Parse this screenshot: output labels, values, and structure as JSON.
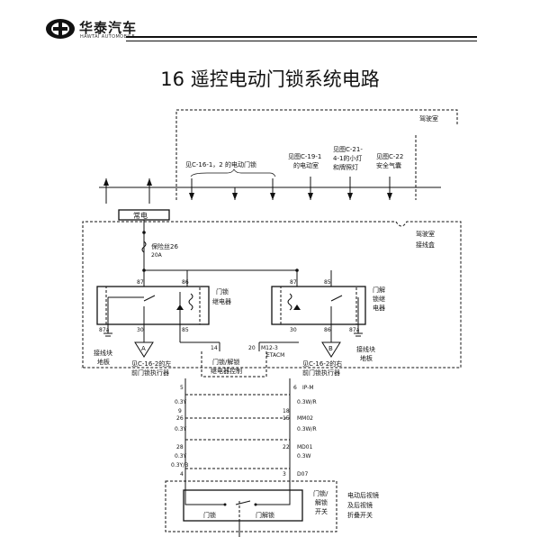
{
  "header": {
    "brand_cn": "华泰汽车",
    "brand_en": "HAWTAI AUTOMOBILE",
    "logo_icon": "hawtai-logo-icon"
  },
  "page": {
    "title": "16 遥控电动门锁系统电路"
  },
  "diagram": {
    "cab_box_label": "驾驶室",
    "interface_box_label_1": "驾驶室",
    "interface_box_label_2": "接线盒",
    "top_refs": {
      "lock": "见C-16-1，2 的电动门锁",
      "dome_1": "见图C-19-1",
      "dome_2": "的电动室",
      "lamp_1": "见图C-21-",
      "lamp_2": "4-1的小灯",
      "lamp_3": "和牌照灯",
      "airbag_1": "见图C-22",
      "airbag_2": "安全气囊"
    },
    "power_label": "常电",
    "fuse_label": "保险丝26",
    "fuse_rating": "20A",
    "left_relay": {
      "label_1": "门锁",
      "label_2": "继电器",
      "pins": [
        "87",
        "86",
        "30",
        "85",
        "87a"
      ]
    },
    "right_relay": {
      "label_1": "门解",
      "label_2": "锁继",
      "label_3": "电器",
      "pins": [
        "87",
        "85",
        "30",
        "86",
        "87a"
      ]
    },
    "left_ground_1": "接线块",
    "left_ground_2": "地板",
    "right_ground_1": "接线块",
    "right_ground_2": "地板",
    "marker_a": "A",
    "marker_b": "B",
    "left_actuator_1": "见C-16-2的左",
    "left_actuator_2": "前门锁执行器",
    "right_actuator_1": "见C-16-2的右",
    "right_actuator_2": "前门锁执行器",
    "etacm": "ETACM",
    "module_pin": "M12-3",
    "module_1": "门锁/解锁",
    "module_2": "继电器控制",
    "pin_14": "14",
    "pin_20": "20",
    "wires": [
      {
        "left_pin": "5",
        "right_pin": "6",
        "left_color": "",
        "right_color": "IP-M"
      },
      {
        "left_pin": "9",
        "right_pin": "18",
        "left_color": "0.3Y",
        "right_color": "0.3W/R"
      },
      {
        "left_pin": "26",
        "right_pin": "15",
        "left_color": "0.3Y",
        "right_color": "MM02"
      },
      {
        "left_pin": "28",
        "right_pin": "22",
        "left_color": "0.3Y",
        "right_color": "MD01"
      },
      {
        "left_pin": "4",
        "right_pin": "3",
        "left_color": "0.3Y/B",
        "right_color": "D07"
      }
    ],
    "extra_colors": [
      "0.3Y",
      "0.3W/R",
      "0.3W"
    ],
    "switch": {
      "lock": "门锁",
      "unlock": "门解锁",
      "name_1": "门锁/",
      "name_2": "解锁",
      "name_3": "开关",
      "desc_1": "电动后视镜",
      "desc_2": "及后视镜",
      "desc_3": "折叠开关"
    }
  }
}
